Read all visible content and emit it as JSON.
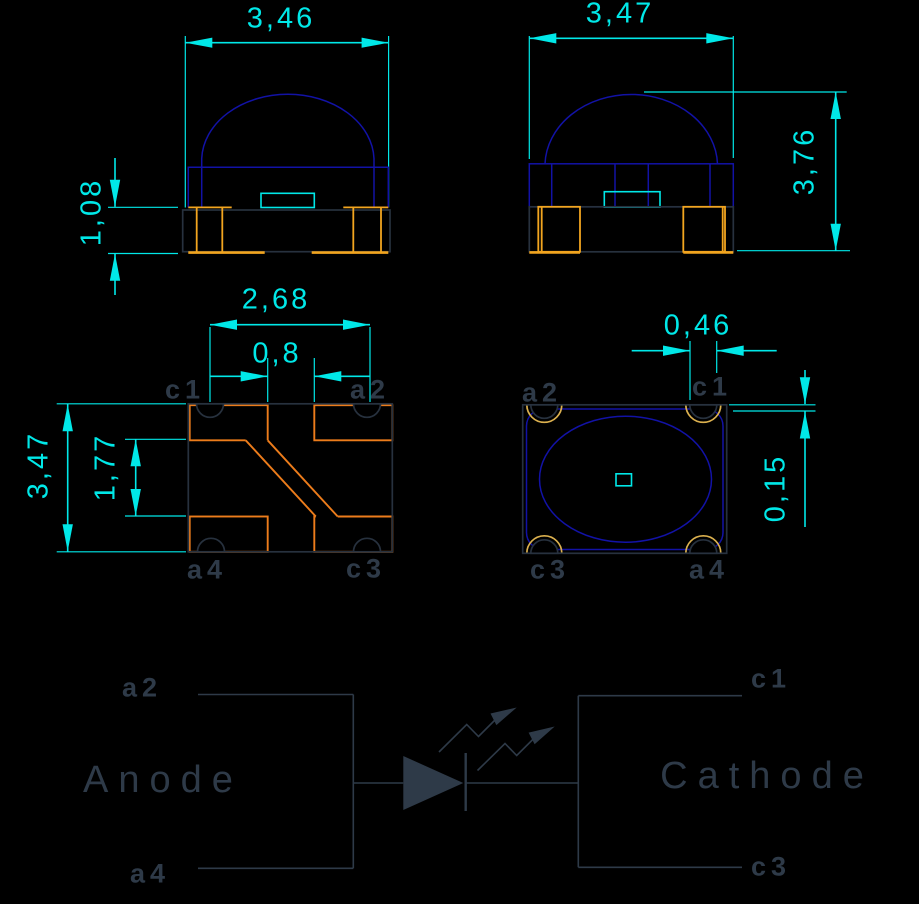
{
  "colors": {
    "background": "#000000",
    "dimension_cyan": "#00e8e8",
    "lens_blue": "#1212a6",
    "outline_gray": "#27313e",
    "pad_amber": "#f2a51f",
    "pad_orange": "#ec7c1b",
    "pad_gold": "#dcb14f",
    "schematic_slate": "#2e3a48"
  },
  "side_view": {
    "width": "3,46",
    "height": "1,08"
  },
  "front_view": {
    "width": "3,47",
    "height": "3,76"
  },
  "bottom_view": {
    "pad_pitch": "2,68",
    "pad_gap": "0,8",
    "height": "3,47",
    "pad_inner_span": "1,77",
    "pin_top_left": "c1",
    "pin_top_right": "a2",
    "pin_bottom_left": "a4",
    "pin_bottom_right": "c3"
  },
  "top_view": {
    "notch_width": "0,46",
    "edge_offset": "0,15",
    "pin_top_left": "a2",
    "pin_top_right": "c1",
    "pin_bottom_left": "c3",
    "pin_bottom_right": "a4"
  },
  "schematic": {
    "anode_label": "Anode",
    "anode_pin_top": "a2",
    "anode_pin_bottom": "a4",
    "cathode_label": "Cathode",
    "cathode_pin_top": "c1",
    "cathode_pin_bottom": "c3"
  }
}
